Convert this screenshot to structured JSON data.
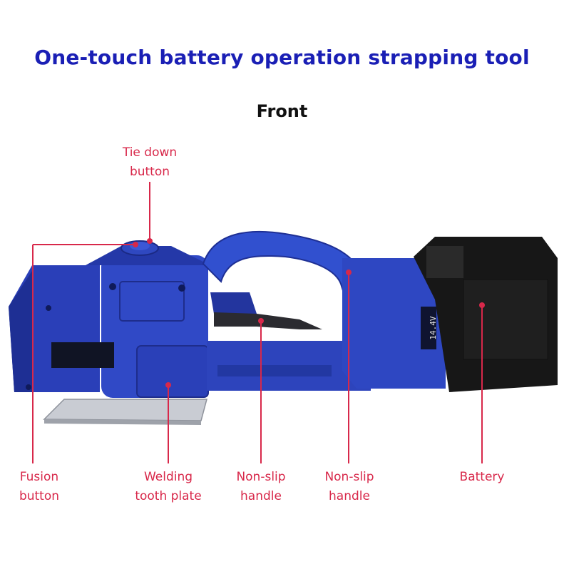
{
  "title": "One-touch battery operation strapping tool",
  "subtitle": "Front",
  "colors": {
    "title": "#1a1fb5",
    "callout": "#d8284a",
    "tool_body": "#2a3fb8",
    "battery": "#141414"
  },
  "callouts": {
    "tie_down": {
      "line1": "Tie down",
      "line2": "button"
    },
    "fusion": {
      "line1": "Fusion",
      "line2": "button"
    },
    "welding": {
      "line1": "Welding",
      "line2": "tooth plate"
    },
    "nonslip_a": {
      "line1": "Non-slip",
      "line2": "handle"
    },
    "nonslip_b": {
      "line1": "Non-slip",
      "line2": "handle"
    },
    "battery": {
      "line1": "Battery"
    }
  },
  "product_markings": {
    "battery_voltage": "14.4V"
  }
}
